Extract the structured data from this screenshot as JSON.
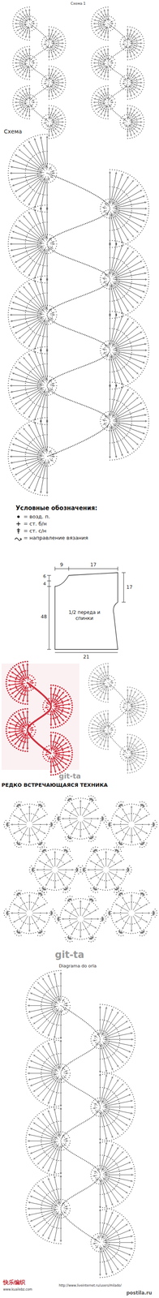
{
  "diagram": {
    "nodes": [
      {
        "text": [
          "1/2 переда и спинки"
        ]
      }
    ],
    "labels": [
      "Схема 1",
      "Схема",
      "Условные обозначения:",
      "9",
      "17",
      "6",
      "4",
      "17",
      "48",
      "21",
      "git-ta",
      "РЕДКО ВСТРЕЧАЮЩАЯСЯ ТЕХНИКА",
      "git-ta",
      "Diagrama do orla",
      "快乐编织",
      "www.kuailebz.com",
      "http://www.liveinternet.ru/users/milado/",
      "postila.ru"
    ],
    "legend": [
      {
        "text": "= возд. п."
      },
      {
        "text": "= ст. б/н"
      },
      {
        "text": "= ст. с/н"
      },
      {
        "text": "= направление вязания"
      }
    ]
  }
}
